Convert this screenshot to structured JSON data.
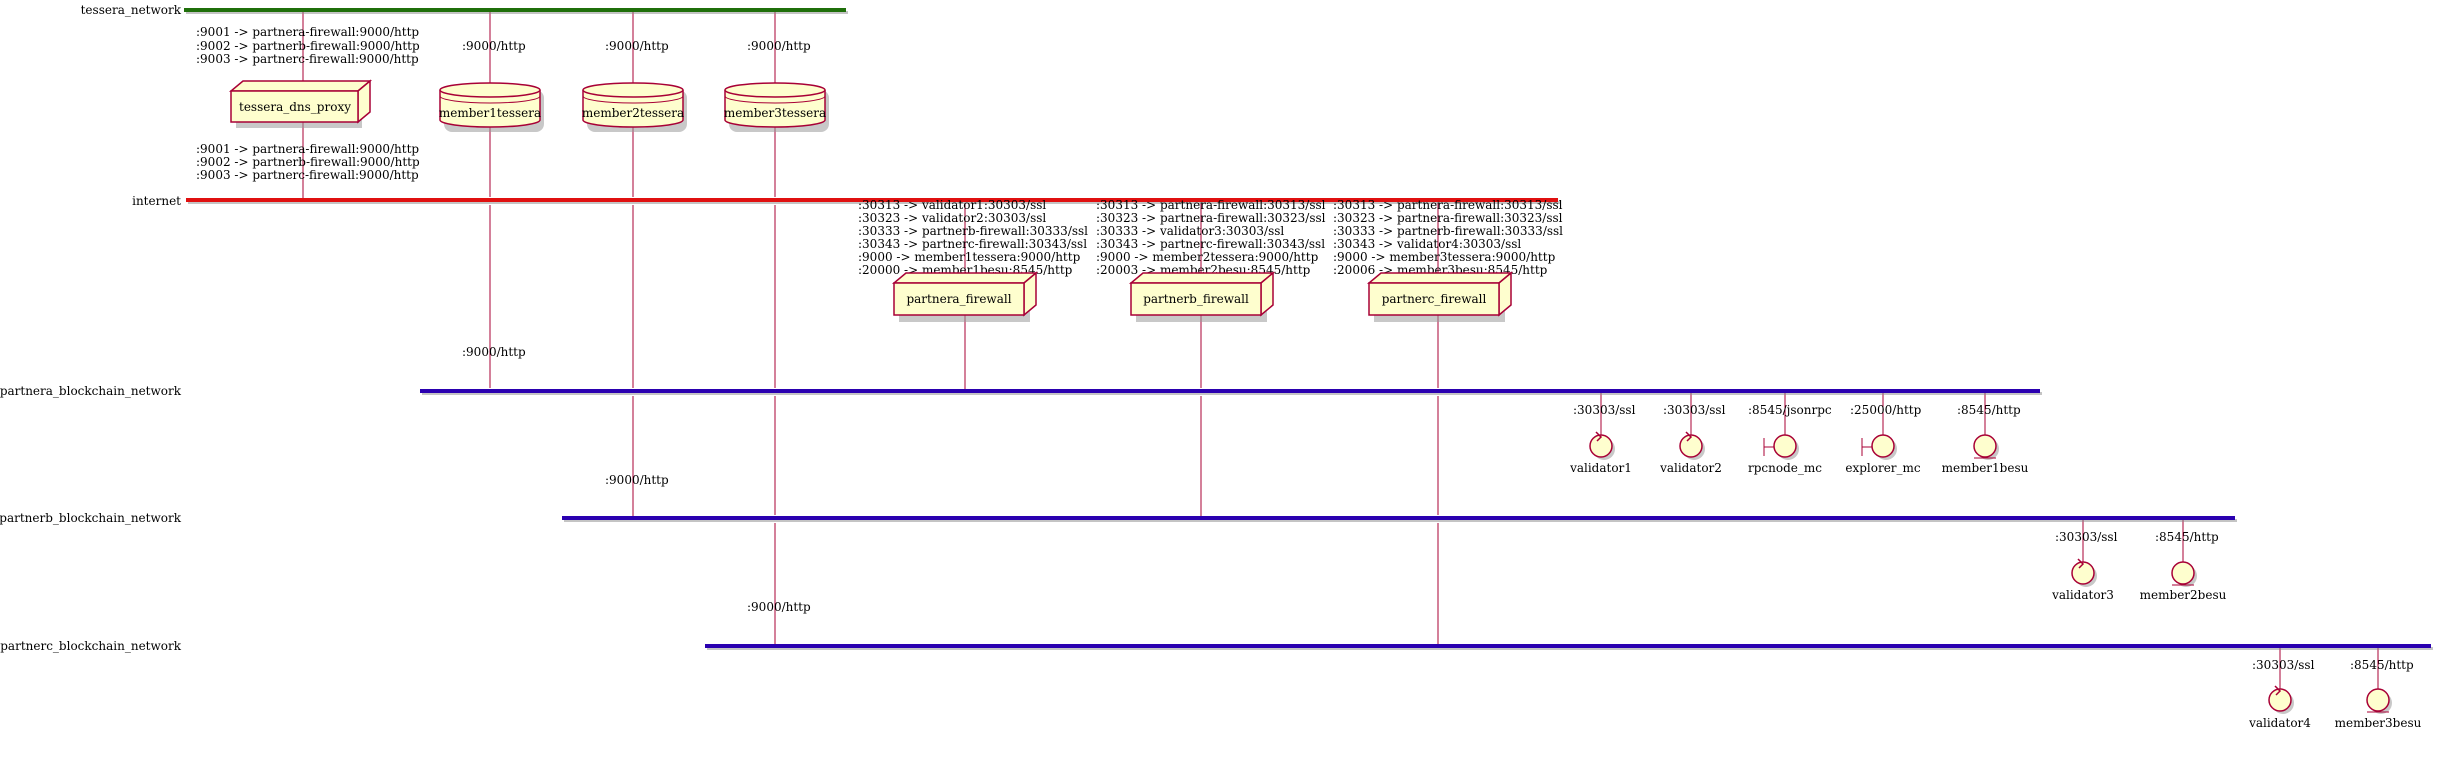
{
  "networks": {
    "tessera": "tessera_network",
    "internet": "internet",
    "partnera": "partnera_blockchain_network",
    "partnerb": "partnerb_blockchain_network",
    "partnerc": "partnerc_blockchain_network"
  },
  "colors": {
    "tessera_bar": "#1f6f0a",
    "internet_bar": "#e01010",
    "blockchain_bar": "#2a00b0",
    "link": "#A80036",
    "node_fill": "#FEFECE"
  },
  "nodes": {
    "tessera_dns_proxy": "tessera_dns_proxy",
    "member1tessera": "member1tessera",
    "member2tessera": "member2tessera",
    "member3tessera": "member3tessera",
    "partnera_firewall": "partnera_firewall",
    "partnerb_firewall": "partnerb_firewall",
    "partnerc_firewall": "partnerc_firewall",
    "validator1": "validator1",
    "validator2": "validator2",
    "rpcnode_mc": "rpcnode_mc",
    "explorer_mc": "explorer_mc",
    "member1besu": "member1besu",
    "validator3": "validator3",
    "member2besu": "member2besu",
    "validator4": "validator4",
    "member3besu": "member3besu"
  },
  "labels": {
    "dns_top": [
      ":9001 -> partnera-firewall:9000/http",
      ":9002 -> partnerb-firewall:9000/http",
      ":9003 -> partnerc-firewall:9000/http"
    ],
    "dns_bottom": [
      ":9001 -> partnera-firewall:9000/http",
      ":9002 -> partnerb-firewall:9000/http",
      ":9003 -> partnerc-firewall:9000/http"
    ],
    "m1_tessera": ":9000/http",
    "m2_tessera": ":9000/http",
    "m3_tessera": ":9000/http",
    "m1_partnera": ":9000/http",
    "m2_partnerb": ":9000/http",
    "m3_partnerc": ":9000/http",
    "fw_a": [
      ":30313 -> validator1:30303/ssl",
      ":30323 -> validator2:30303/ssl",
      ":30333 -> partnerb-firewall:30333/ssl",
      ":30343 -> partnerc-firewall:30343/ssl",
      ":9000 -> member1tessera:9000/http",
      ":20000 -> member1besu:8545/http"
    ],
    "fw_b": [
      ":30313 -> partnera-firewall:30313/ssl",
      ":30323 -> partnera-firewall:30323/ssl",
      ":30333 -> validator3:30303/ssl",
      ":30343 -> partnerc-firewall:30343/ssl",
      ":9000 -> member2tessera:9000/http",
      ":20003 -> member2besu:8545/http"
    ],
    "fw_c": [
      ":30313 -> partnera-firewall:30313/ssl",
      ":30323 -> partnera-firewall:30323/ssl",
      ":30333 -> partnerb-firewall:30333/ssl",
      ":30343 -> validator4:30303/ssl",
      ":9000 -> member3tessera:9000/http",
      ":20006 -> member3besu:8545/http"
    ],
    "validator1": ":30303/ssl",
    "validator2": ":30303/ssl",
    "rpcnode_mc": ":8545/jsonrpc",
    "explorer_mc": ":25000/http",
    "member1besu": ":8545/http",
    "validator3": ":30303/ssl",
    "member2besu": ":8545/http",
    "validator4": ":30303/ssl",
    "member3besu": ":8545/http"
  }
}
